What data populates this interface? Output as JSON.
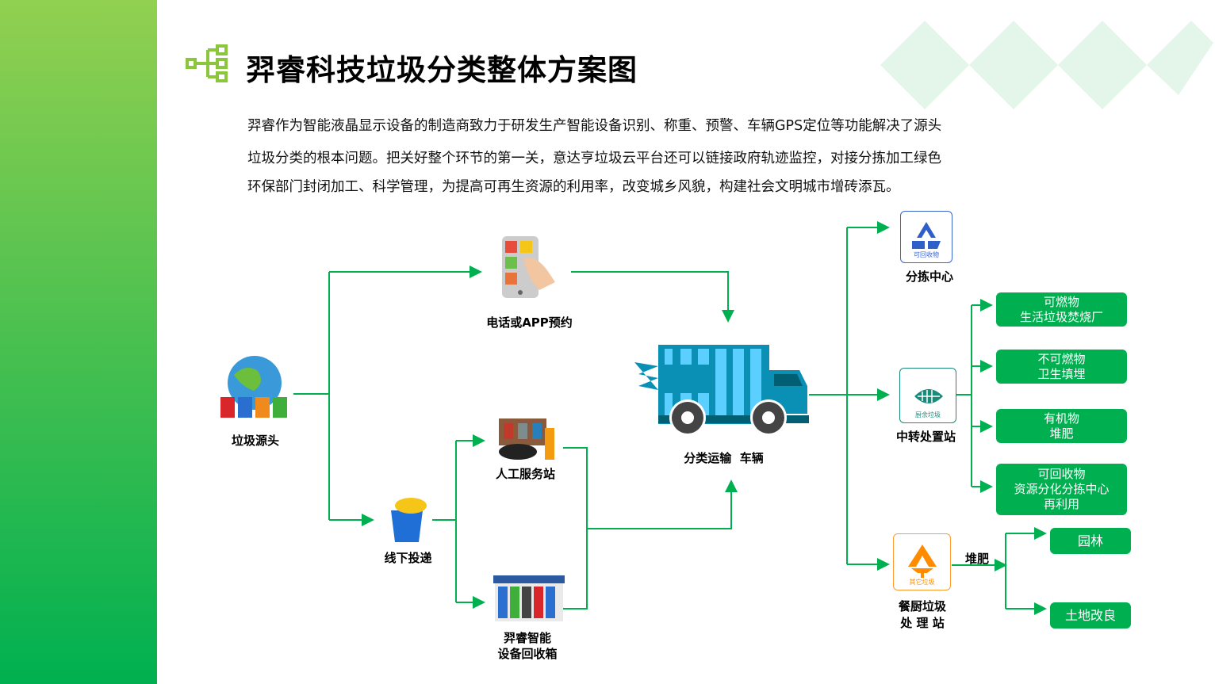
{
  "title": "羿睿科技垃圾分类整体方案图",
  "intro": [
    "羿睿作为智能液晶显示设备的制造商致力于研发生产智能设备识别、称重、预警、车辆GPS定位等功能解决了源头",
    "垃圾分类的根本问题。把关好整个环节的第一关，意达亨垃圾云平台还可以链接政府轨迹监控，对接分拣加工绿色",
    "环保部门封闭加工、科学管理，为提高可再生资源的利用率，改变城乡风貌，构建社会文明城市增砖添瓦。"
  ],
  "nodes": {
    "source": "垃圾源头",
    "phone": "电话或APP预约",
    "offline": "线下投递",
    "manual": "人工服务站",
    "device": [
      "羿睿智能",
      "设备回收箱"
    ],
    "truck": "分类运输  车辆",
    "sorting": "分拣中心",
    "sorting_icon": "可回收物",
    "transfer": "中转处置站",
    "transfer_icon": "厨余垃圾",
    "kitchen": [
      "餐厨垃圾",
      "处 理 站"
    ],
    "kitchen_icon": "其它垃圾",
    "compost_label": "堆肥"
  },
  "outputs": [
    [
      "可燃物",
      "生活垃圾焚烧厂"
    ],
    [
      "不可燃物",
      "卫生填埋"
    ],
    [
      "有机物",
      "堆肥"
    ],
    [
      "可回收物",
      "资源分化分拣中心",
      "再利用"
    ]
  ],
  "kitchen_outputs": [
    "园林",
    "土地改良"
  ],
  "colors": {
    "green": "#00b050",
    "light_green": "#92d050",
    "recycle_blue": "#2f5fc8",
    "kitchen_teal": "#1a8a7a",
    "other_orange": "#ff8c00"
  }
}
